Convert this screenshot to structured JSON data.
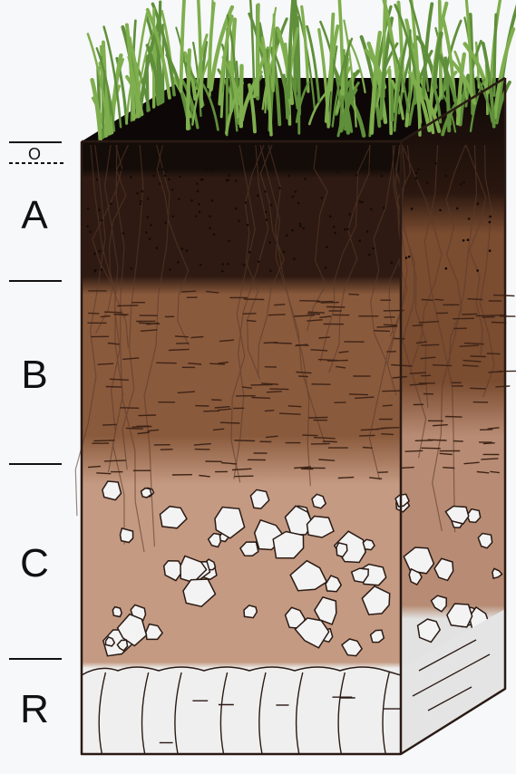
{
  "horizons": [
    {
      "label": "O"
    },
    {
      "label": "A"
    },
    {
      "label": "B"
    },
    {
      "label": "C"
    },
    {
      "label": "R"
    }
  ],
  "colors": {
    "background": "#f7f8fa",
    "grass": "#5f8f3a",
    "grass_light": "#7fae4e",
    "o_horizon": "#140c08",
    "a_horizon": "#2e1a12",
    "b_horizon": "#8a5a3c",
    "c_horizon": "#c49a82",
    "r_horizon": "#eeeeee",
    "outline": "#2a1a14"
  }
}
